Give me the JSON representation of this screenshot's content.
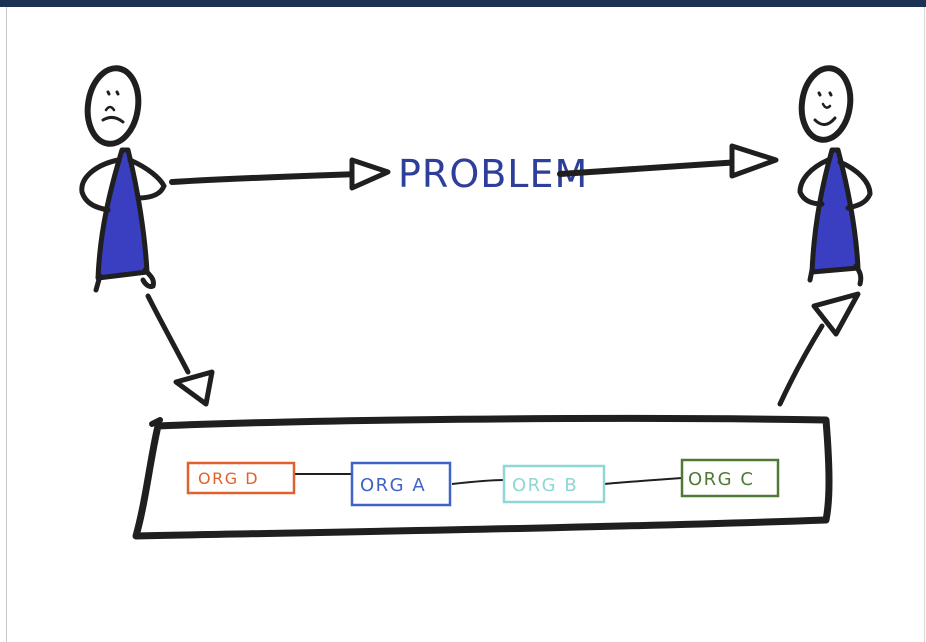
{
  "diagram": {
    "problem_label": "PROBLEM",
    "orgs": [
      {
        "label": "ORG D",
        "color": "#e2612b"
      },
      {
        "label": "ORG A",
        "color": "#3f63c6"
      },
      {
        "label": "ORG B",
        "color": "#8fd6d4"
      },
      {
        "label": "ORG C",
        "color": "#4e7a34"
      }
    ],
    "colors": {
      "ink": "#1f1f1f",
      "person_body": "#3a3ec0",
      "problem_text": "#2e3f9a",
      "header_bar": "#1b3255"
    }
  }
}
